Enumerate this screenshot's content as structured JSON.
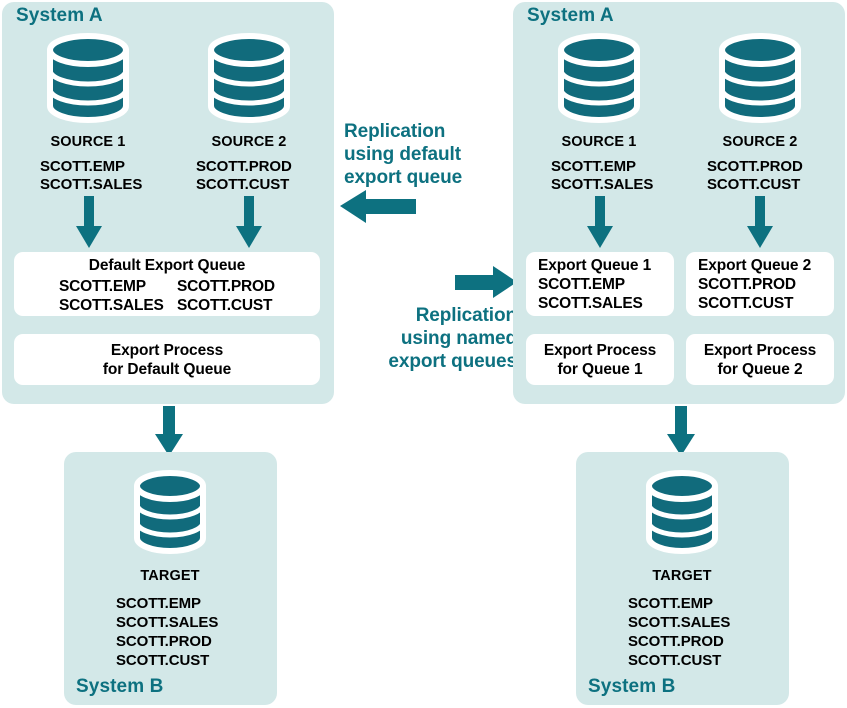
{
  "colors": {
    "panel_bg": "#d3e8e8",
    "teal": "#0d7180",
    "db_fill": "#116b7c",
    "box_bg": "#ffffff",
    "text": "#000000",
    "page_bg": "#ffffff"
  },
  "left_diagram": {
    "system_a_label": "System A",
    "sources": [
      {
        "name": "SOURCE 1",
        "tables": [
          "SCOTT.EMP",
          "SCOTT.SALES"
        ]
      },
      {
        "name": "SOURCE 2",
        "tables": [
          "SCOTT.PROD",
          "SCOTT.CUST"
        ]
      }
    ],
    "queue_box": {
      "title": "Default Export Queue",
      "column_1": [
        "SCOTT.EMP",
        "SCOTT.SALES"
      ],
      "column_2": [
        "SCOTT.PROD",
        "SCOTT.CUST"
      ]
    },
    "process_box": {
      "line_1": "Export Process",
      "line_2": "for Default Queue"
    },
    "target_panel": {
      "system_b_label": "System B",
      "target_name": "TARGET",
      "tables": [
        "SCOTT.EMP",
        "SCOTT.SALES",
        "SCOTT.PROD",
        "SCOTT.CUST"
      ]
    }
  },
  "right_diagram": {
    "system_a_label": "System A",
    "sources": [
      {
        "name": "SOURCE 1",
        "tables": [
          "SCOTT.EMP",
          "SCOTT.SALES"
        ]
      },
      {
        "name": "SOURCE 2",
        "tables": [
          "SCOTT.PROD",
          "SCOTT.CUST"
        ]
      }
    ],
    "queue_boxes": [
      {
        "title": "Export Queue 1",
        "tables": [
          "SCOTT.EMP",
          "SCOTT.SALES"
        ]
      },
      {
        "title": "Export Queue 2",
        "tables": [
          "SCOTT.PROD",
          "SCOTT.CUST"
        ]
      }
    ],
    "process_boxes": [
      {
        "line_1": "Export Process",
        "line_2": "for Queue 1"
      },
      {
        "line_1": "Export Process",
        "line_2": "for Queue 2"
      }
    ],
    "target_panel": {
      "system_b_label": "System B",
      "target_name": "TARGET",
      "tables": [
        "SCOTT.EMP",
        "SCOTT.SALES",
        "SCOTT.PROD",
        "SCOTT.CUST"
      ]
    }
  },
  "middle": {
    "top_label": {
      "line_1": "Replication",
      "line_2": "using default",
      "line_3": "export queue"
    },
    "bottom_label": {
      "line_1": "Replication",
      "line_2": "using named",
      "line_3": "export queues"
    }
  }
}
